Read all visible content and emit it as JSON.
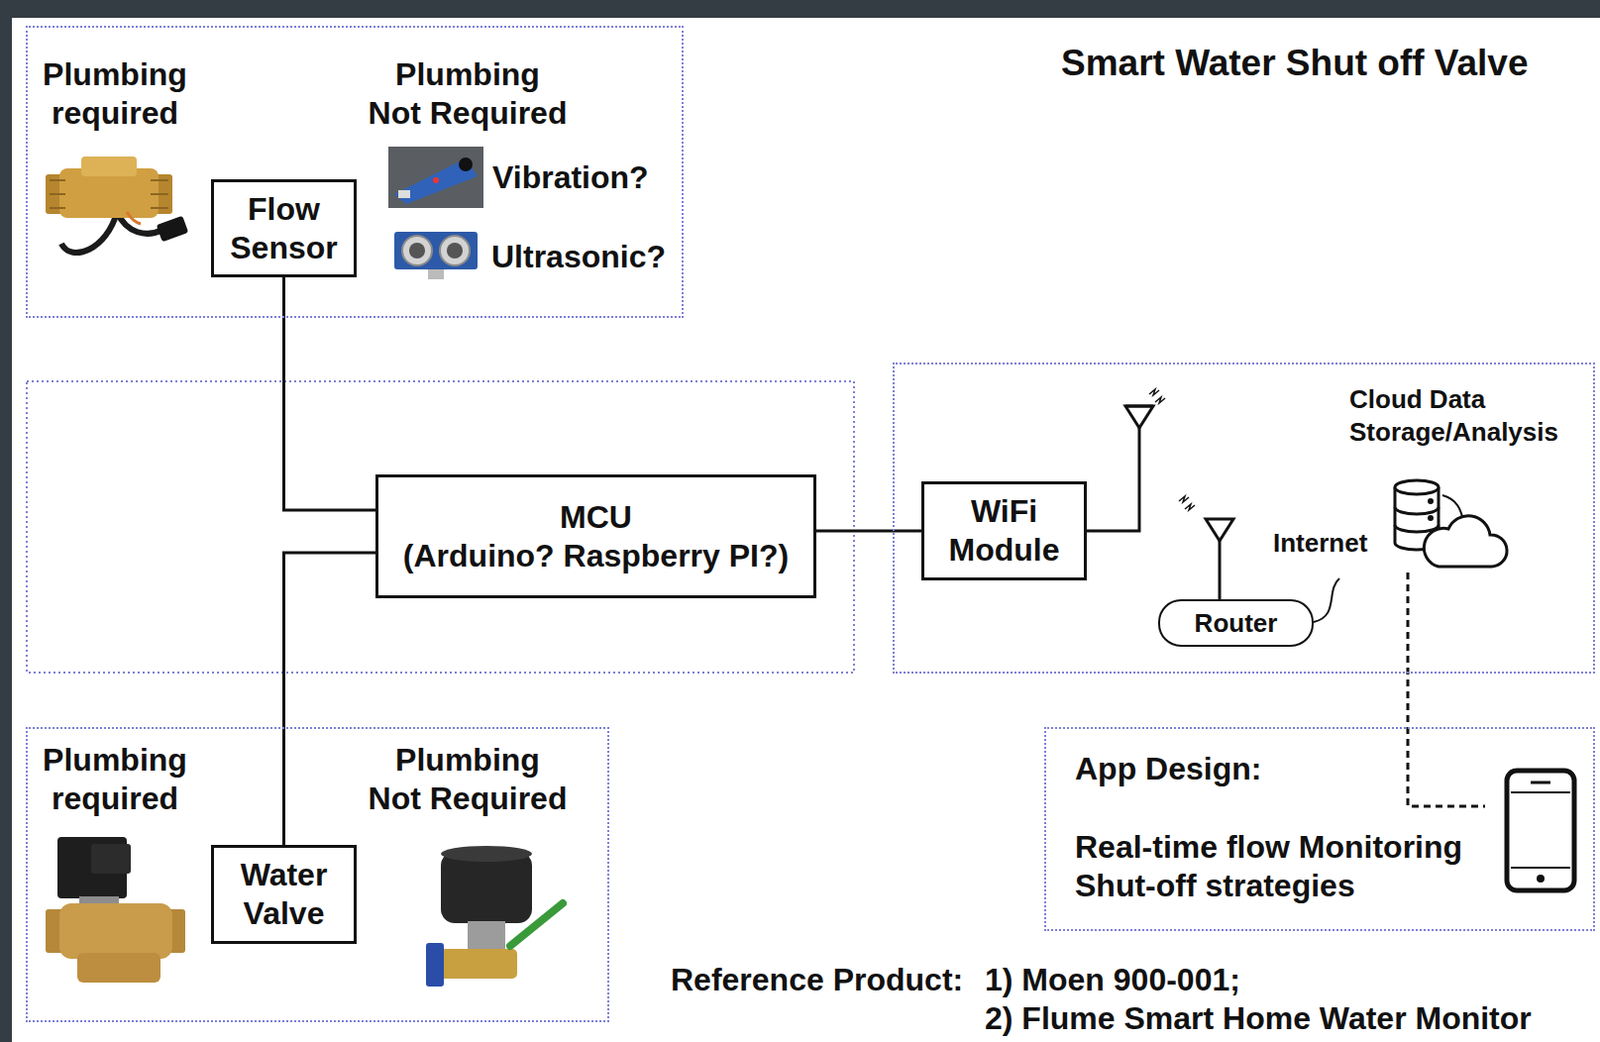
{
  "diagram": {
    "title": "Smart Water Shut off Valve",
    "nodes": [
      {
        "text": [
          "Plumbing required",
          "Plumbing Not Required",
          "Vibration?",
          "Ultrasonic?"
        ]
      },
      {
        "text": [
          "Flow Sensor"
        ],
        "in": 0
      },
      {
        "text": [
          "MCU",
          "(Arduino? Raspberry PI?)"
        ]
      },
      {
        "text": [
          "Cloud Data Storage/Analysis",
          "Internet"
        ]
      },
      {
        "text": [
          "WiFi Module"
        ],
        "in": 3
      },
      {
        "text": [
          "Router"
        ],
        "in": 3
      },
      {
        "text": [
          "Plumbing required",
          "Plumbing Not Required"
        ]
      },
      {
        "text": [
          "Water Valve"
        ],
        "in": 6
      },
      {
        "text": [
          "App Design:",
          "Real-time flow Monitoring",
          "Shut-off strategies"
        ]
      }
    ],
    "edges": [
      {
        "from": 1,
        "to": 2,
        "arrow": "none"
      },
      {
        "from": 7,
        "to": 2,
        "arrow": "none"
      },
      {
        "from": 2,
        "to": 4,
        "arrow": "none"
      }
    ],
    "labels": [
      "Reference Product:",
      "1) Moen 900-001;",
      "2) Flume Smart Home Water Monitor"
    ]
  }
}
